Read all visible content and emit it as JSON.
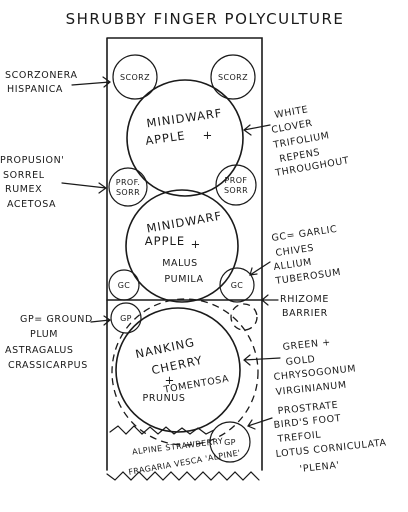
{
  "title": "SHRUBBY FINGER POLYCULTURE",
  "bed": {
    "scorz_left": "SCORZ",
    "scorz_right": "SCORZ",
    "apple1_line1": "MINIDWARF",
    "apple1_line2": "APPLE",
    "apple1_plus": "+",
    "prof_left_1": "PROF.",
    "prof_left_2": "SORR",
    "prof_right_1": "PROF",
    "prof_right_2": "SORR",
    "apple2_line1": "MINIDWARF",
    "apple2_line2": "APPLE",
    "apple2_plus": "+",
    "apple2_line3": "MALUS",
    "apple2_line4": "PUMILA",
    "gc_left": "GC",
    "gc_right": "GC",
    "gp_top_left": "GP",
    "gp_bottom_right": "GP",
    "cherry_line1": "NANKING",
    "cherry_line2": "CHERRY",
    "cherry_plus": "+",
    "cherry_line3": "PRUNUS",
    "cherry_line4": "TOMENTOSA",
    "strawberry_line1": "ALPINE STRAWBERRY",
    "strawberry_line2": "FRAGARIA VESCA 'ALPINE'"
  },
  "left_labels": {
    "scorzonera_1": "SCORZONERA",
    "scorzonera_2": "HISPANICA",
    "sorrel_1": "PROPUSION'",
    "sorrel_2": "SORREL",
    "sorrel_3": "RUMEX",
    "sorrel_4": "ACETOSA",
    "gp_1": "GP= GROUND",
    "gp_2": "PLUM",
    "gp_3": "ASTRAGALUS",
    "gp_4": "CRASSICARPUS"
  },
  "right_labels": {
    "clover_1": "WHITE",
    "clover_2": "CLOVER",
    "clover_3": "TRIFOLIUM",
    "clover_4": "REPENS",
    "clover_5": "THROUGHOUT",
    "garlic_1": "GC= GARLIC",
    "garlic_2": "CHIVES",
    "garlic_3": "ALLIUM",
    "garlic_4": "TUBEROSUM",
    "rhizome_1": "RHIZOME",
    "rhizome_2": "BARRIER",
    "gold_1": "GREEN +",
    "gold_2": "GOLD",
    "gold_3": "CHRYSOGONUM",
    "gold_4": "VIRGINIANUM",
    "trefoil_1": "PROSTRATE",
    "trefoil_2": "BIRD'S FOOT",
    "trefoil_3": "TREFOIL",
    "trefoil_4": "LOTUS CORNICULATA",
    "trefoil_5": "'PLENA'"
  }
}
